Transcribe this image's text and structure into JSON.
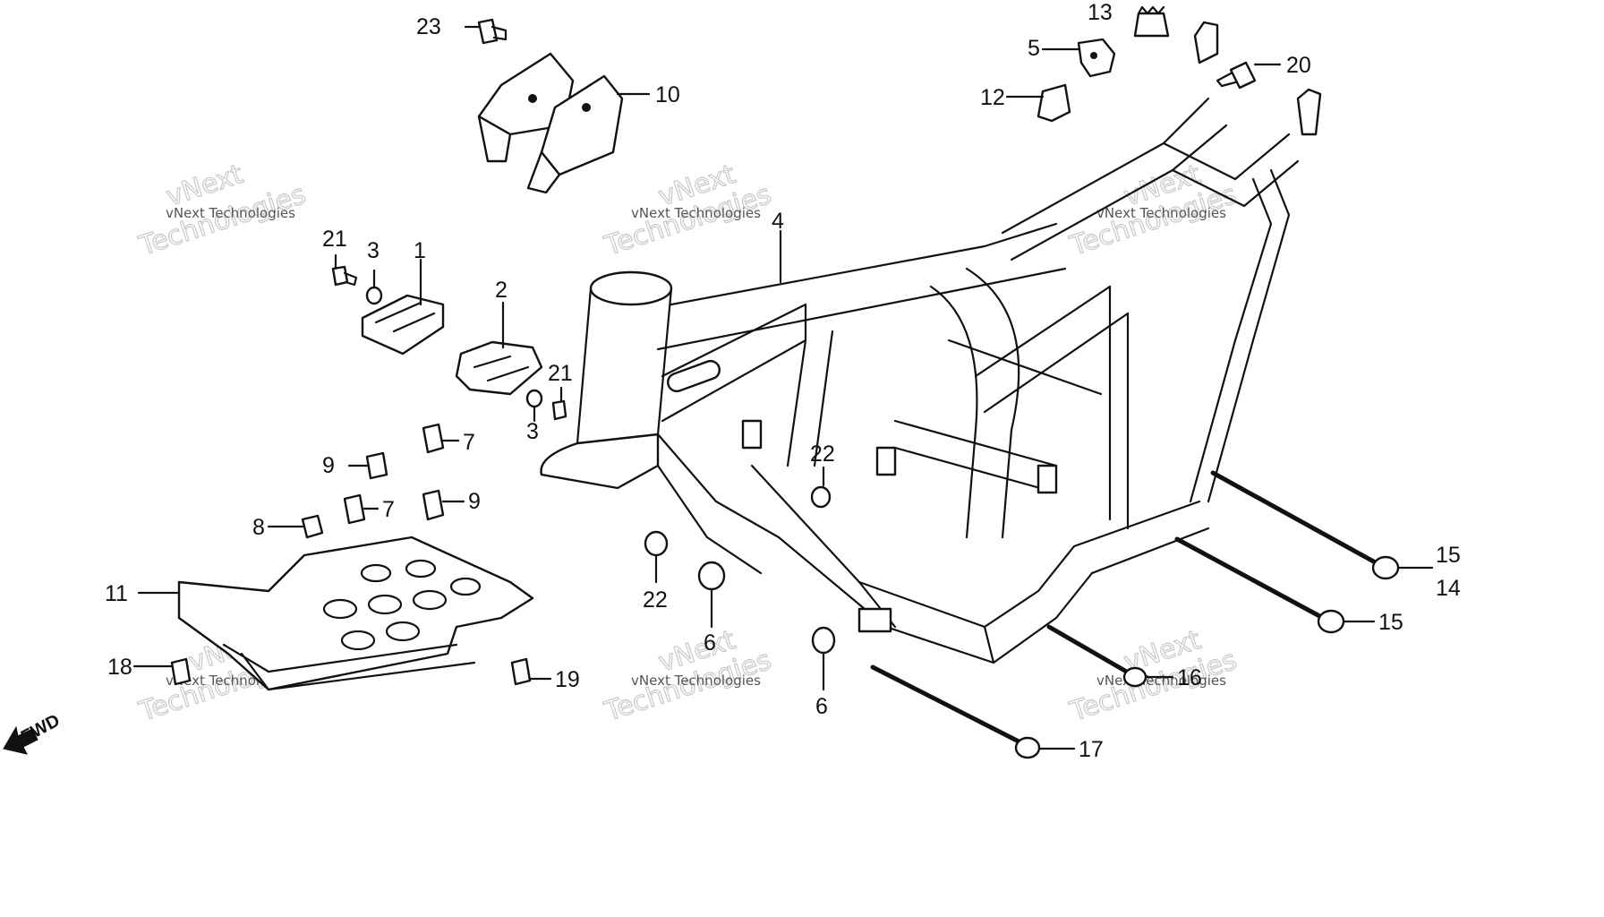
{
  "direction_label": "FWD",
  "watermark": {
    "line1": "vNext Technologies",
    "line2": "vNext",
    "line3": "Technologies"
  },
  "callouts": {
    "c1": "1",
    "c2": "2",
    "c3a": "3",
    "c3b": "3",
    "c4": "4",
    "c5": "5",
    "c6a": "6",
    "c6b": "6",
    "c7a": "7",
    "c7b": "7",
    "c8": "8",
    "c9a": "9",
    "c9b": "9",
    "c10": "10",
    "c11": "11",
    "c12": "12",
    "c13": "13",
    "c14": "14",
    "c15a": "15",
    "c15b": "15",
    "c16": "16",
    "c17": "17",
    "c18": "18",
    "c19": "19",
    "c20": "20",
    "c21a": "21",
    "c21b": "21",
    "c22a": "22",
    "c22b": "22",
    "c23": "23"
  }
}
